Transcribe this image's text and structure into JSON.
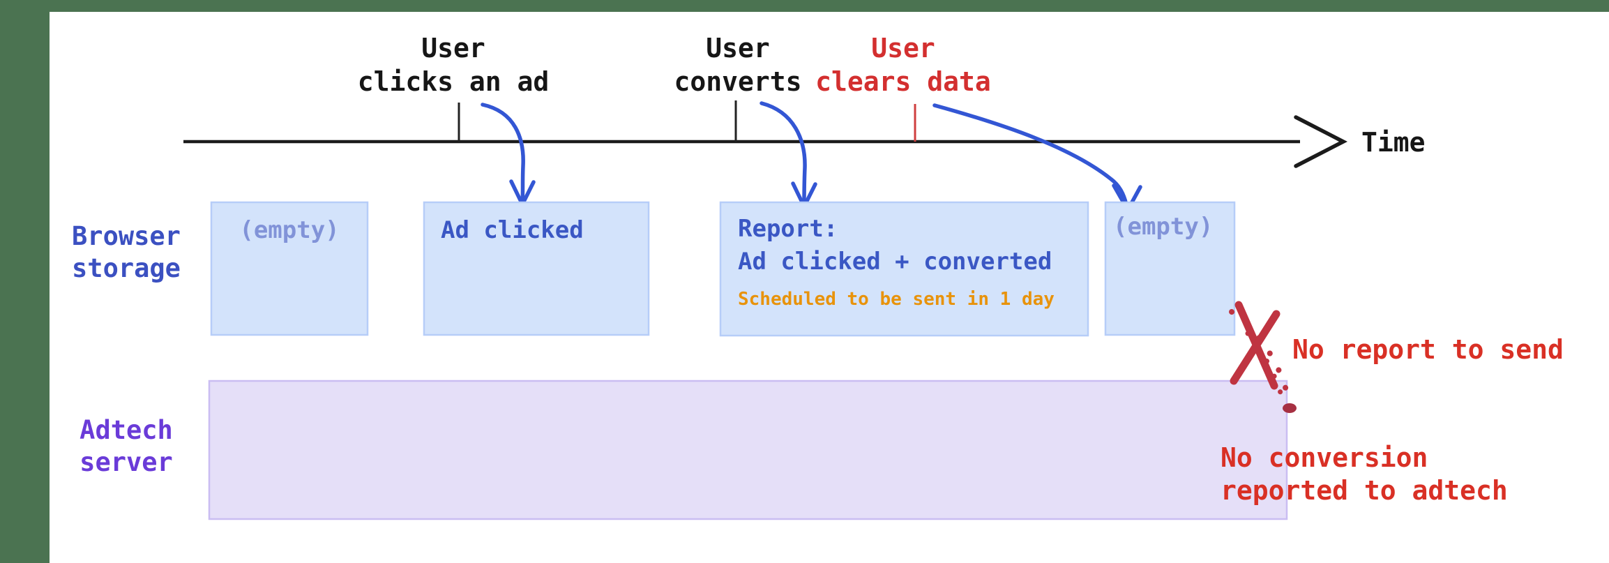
{
  "colors": {
    "frame_green": "#4b7351",
    "canvas_white": "#ffffff",
    "timeline_black": "#1b1b1b",
    "event_black": "#161616",
    "event_red": "#d32f2f",
    "tick_black": "#222222",
    "tick_red": "#cf3f3f",
    "arrow_blue": "#3356d4",
    "box_fill": "#d3e3fb",
    "box_border": "#b6cdf8",
    "box_text_blue": "#3a57c4",
    "empty_text_blue": "#8193d8",
    "note_orange": "#e8930c",
    "row_label_blue": "#3b50c1",
    "server_fill": "#e5dff8",
    "server_border": "#cabdf2",
    "server_label_purple": "#6a3bd8",
    "annotation_red": "#d93025",
    "x_mark_red": "#bf3441",
    "dot_dark_red": "#a63042"
  },
  "timeline": {
    "label": "Time"
  },
  "events": [
    {
      "line1": "User",
      "line2": "clicks an ad"
    },
    {
      "line1": "User",
      "line2": "converts"
    },
    {
      "line1": "User",
      "line2": "clears data"
    }
  ],
  "row_labels": {
    "browser_line1": "Browser",
    "browser_line2": "storage",
    "adtech_line1": "Adtech",
    "adtech_line2": "server"
  },
  "storage_boxes": {
    "empty_first": "(empty)",
    "ad_clicked": "Ad clicked",
    "report_title": "Report:",
    "report_body": "Ad clicked + converted",
    "report_note": "Scheduled to be sent in 1 day",
    "empty_last": "(empty)"
  },
  "annotations": {
    "no_report": "No report to send",
    "no_conversion_line1": "No conversion",
    "no_conversion_line2": "reported to adtech"
  }
}
